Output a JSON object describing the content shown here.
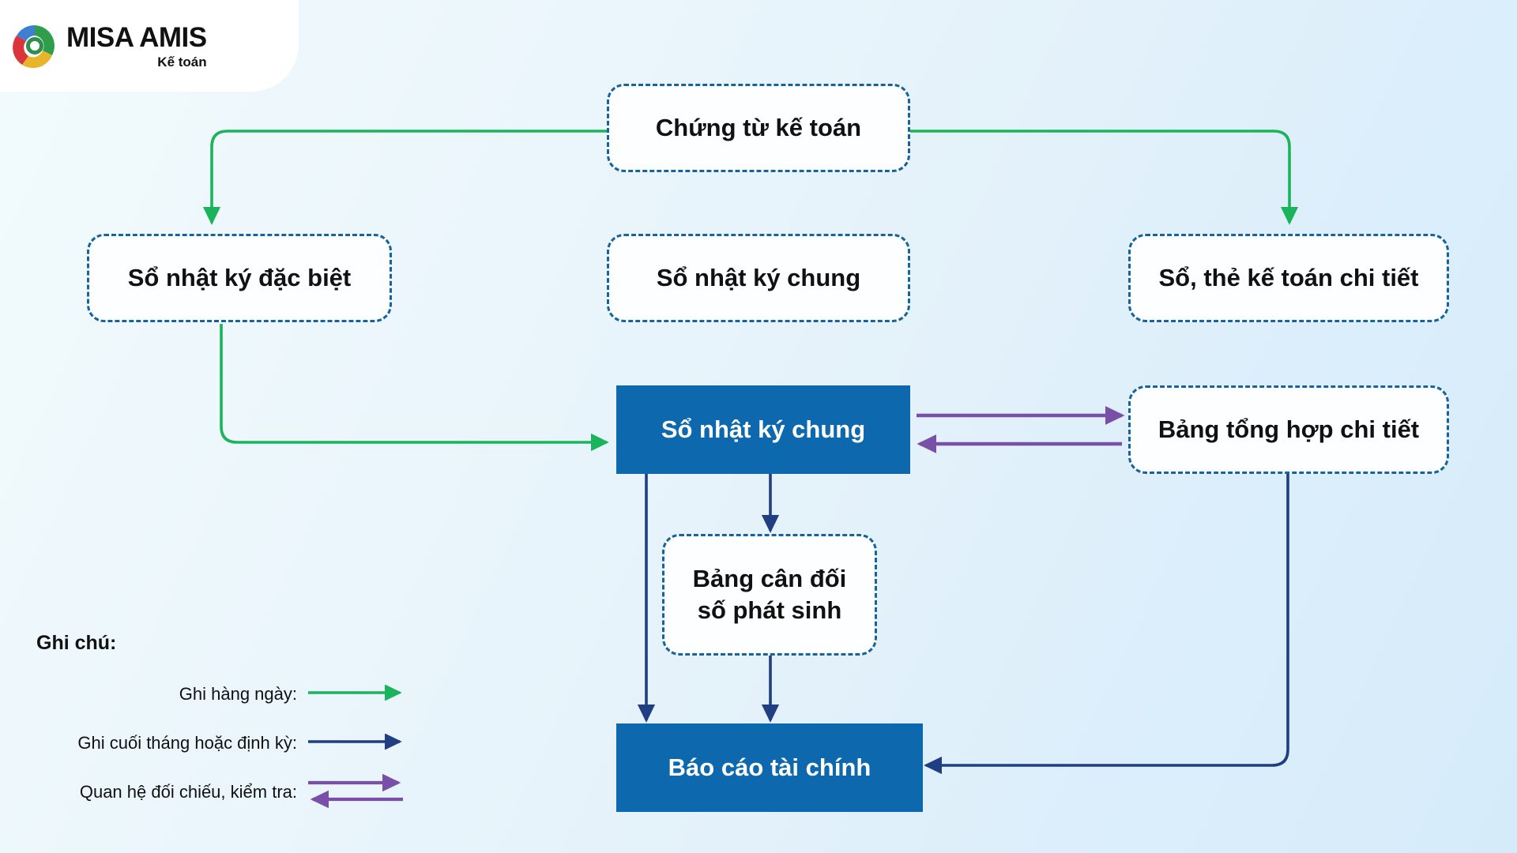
{
  "brand": {
    "logo_icon": "misa-swirl-logo-icon",
    "title": "MISA AMIS",
    "subtitle": "Kế toán"
  },
  "colors": {
    "accent_blue": "#0d68ad",
    "dashed_border": "#1464a0",
    "daily_green": "#1bb35c",
    "periodic_navy": "#1f3f82",
    "crosscheck_purple": "#7a4fa8",
    "background_start": "#f2fbfc",
    "background_end": "#d6ebfa"
  },
  "diagram": {
    "type": "flowchart",
    "nodes": [
      {
        "id": "chung-tu-ke-toan",
        "label": "Chứng từ kế toán",
        "style": "dashed"
      },
      {
        "id": "so-nhat-ky-dac-biet",
        "label": "Sổ nhật ký đặc biệt",
        "style": "dashed"
      },
      {
        "id": "so-nhat-ky-chung-top",
        "label": "Sổ nhật ký chung",
        "style": "dashed"
      },
      {
        "id": "so-the-ke-toan-chi-tiet",
        "label": "Sổ, thẻ kế toán chi tiết",
        "style": "dashed"
      },
      {
        "id": "so-nhat-ky-chung-main",
        "label": "Sổ nhật ký chung",
        "style": "solid"
      },
      {
        "id": "bang-tong-hop-chi-tiet",
        "label": "Bảng tổng hợp chi tiết",
        "style": "dashed"
      },
      {
        "id": "bang-can-doi-so-phat-sinh",
        "label_line1": "Bảng cân đối",
        "label_line2": "số phát sinh",
        "style": "dashed"
      },
      {
        "id": "bao-cao-tai-chinh",
        "label": "Báo cáo tài chính",
        "style": "solid"
      }
    ],
    "edges": [
      {
        "from": "chung-tu-ke-toan",
        "to": "so-nhat-ky-dac-biet",
        "kind": "daily"
      },
      {
        "from": "chung-tu-ke-toan",
        "to": "so-the-ke-toan-chi-tiet",
        "kind": "daily"
      },
      {
        "from": "so-nhat-ky-dac-biet",
        "to": "so-nhat-ky-chung-main",
        "kind": "daily"
      },
      {
        "from": "so-nhat-ky-chung-main",
        "to": "bang-tong-hop-chi-tiet",
        "kind": "crosscheck"
      },
      {
        "from": "bang-tong-hop-chi-tiet",
        "to": "so-nhat-ky-chung-main",
        "kind": "crosscheck"
      },
      {
        "from": "so-nhat-ky-chung-main",
        "to": "bang-can-doi-so-phat-sinh",
        "kind": "periodic"
      },
      {
        "from": "so-nhat-ky-chung-main",
        "to": "bao-cao-tai-chinh",
        "kind": "periodic"
      },
      {
        "from": "bang-can-doi-so-phat-sinh",
        "to": "bao-cao-tai-chinh",
        "kind": "periodic"
      },
      {
        "from": "bang-tong-hop-chi-tiet",
        "to": "bao-cao-tai-chinh",
        "kind": "periodic"
      }
    ]
  },
  "legend": {
    "title": "Ghi chú:",
    "items": [
      {
        "id": "daily",
        "label": "Ghi hàng ngày:",
        "arrow": "single-right-arrow",
        "color": "#1bb35c"
      },
      {
        "id": "periodic",
        "label": "Ghi cuối tháng hoặc định kỳ:",
        "arrow": "single-right-arrow",
        "color": "#1f3f82"
      },
      {
        "id": "crosscheck",
        "label": "Quan hệ đối chiếu, kiểm tra:",
        "arrow": "double-opposed-arrows",
        "color": "#7a4fa8"
      }
    ]
  }
}
